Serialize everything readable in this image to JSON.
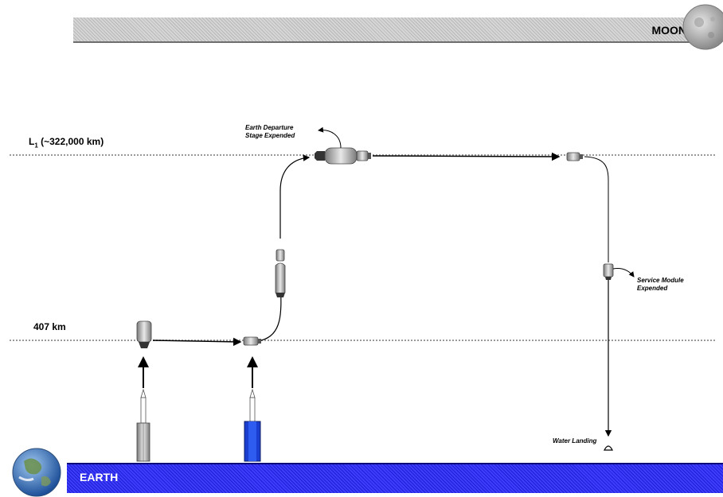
{
  "labels": {
    "moon": "MOON",
    "earth": "EARTH",
    "l1_prefix": "L",
    "l1_sub": "1",
    "l1_suffix": " (~322,000 km)",
    "leo": "407 km"
  },
  "annotations": {
    "eds_line1": "Earth Departure",
    "eds_line2": "Stage Expended",
    "sm_line1": "Service Module",
    "sm_line2": "Expended",
    "water": "Water Landing"
  },
  "colors": {
    "moon_band": "#c8c8c8",
    "earth_band": "#2a2af0",
    "heavy_rocket_core": "#1a3fd0",
    "dotted_line": "#9a9a9a"
  },
  "icons": [
    "moon-icon",
    "earth-icon"
  ]
}
